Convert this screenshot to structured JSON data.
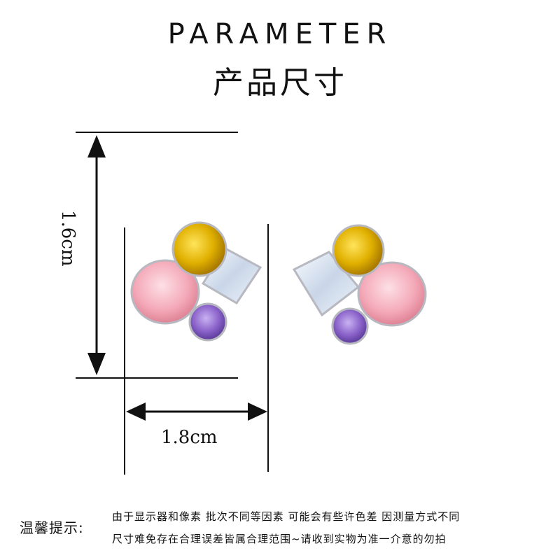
{
  "header": {
    "title_en": "PARAMETER",
    "title_cn": "产品尺寸"
  },
  "dimensions": {
    "height_label": "1.6cm",
    "width_label": "1.8cm"
  },
  "note": {
    "label": "温馨提示:",
    "line1": "由于显示器和像素 批次不同等因素 可能会有些许色差 因测量方式不同",
    "line2": "尺寸难免存在合理误差皆属合理范围~请收到实物为准一介意的勿拍"
  },
  "colors": {
    "yellow_gem": "#e0b000",
    "pink_gem": "#f4a9b8",
    "clear_gem": "#dfe7f2",
    "purple_gem": "#8a62c9",
    "metal": "#c9c9cf"
  }
}
